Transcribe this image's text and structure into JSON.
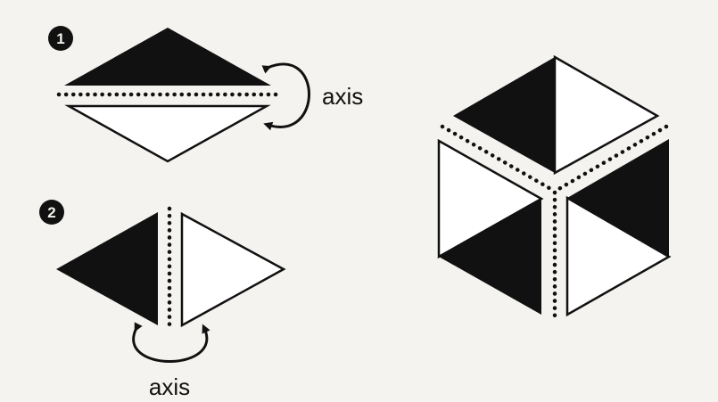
{
  "colors": {
    "background": "#f4f3ef",
    "ink": "#111111",
    "paper": "#f4f3ef"
  },
  "panel_1": {
    "badge": "1",
    "axis_label": "axis"
  },
  "panel_2": {
    "badge": "2",
    "axis_label": "axis"
  }
}
